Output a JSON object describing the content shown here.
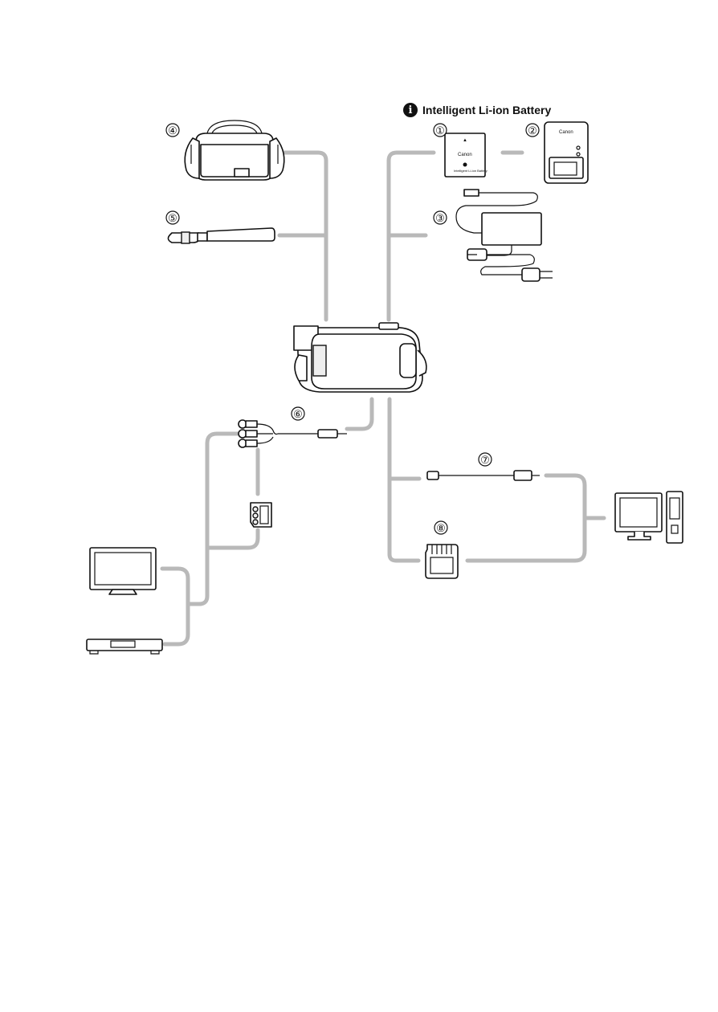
{
  "header": {
    "info_badge": "i",
    "battery_label": "Intelligent Li-ion Battery"
  },
  "callouts": {
    "n1": "①",
    "n2": "②",
    "n3": "③",
    "n4": "④",
    "n5": "⑤",
    "n6": "⑥",
    "n7": "⑦",
    "n8": "⑧"
  },
  "printed_text": {
    "battery_brand": "Canon",
    "battery_small": "Intelligent Li-ion Battery",
    "charger_brand": "Canon"
  },
  "icons": [
    "camcorder-icon",
    "battery-pack-icon",
    "battery-charger-icon",
    "ac-adapter-icon",
    "carrying-bag-icon",
    "wrist-strap-icon",
    "av-cable-icon",
    "scart-adapter-icon",
    "usb-cable-icon",
    "sd-card-icon",
    "tv-icon",
    "vcr-icon",
    "computer-icon"
  ],
  "colors": {
    "connector_line": "#b9b9b9",
    "outline": "#111111"
  }
}
